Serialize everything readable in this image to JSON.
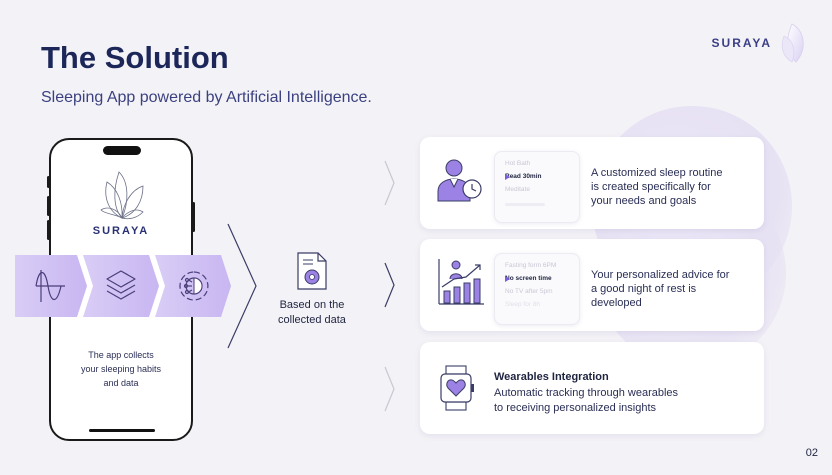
{
  "slide": {
    "title": "The Solution",
    "subtitle": "Sleeping App powered by Artificial Intelligence.",
    "page_number": "02"
  },
  "brand": {
    "logo_text": "SURAYA",
    "accent": "#8a6fe0",
    "navy": "#1c2659"
  },
  "phone": {
    "brand_text": "SURAYA",
    "description": [
      "The app collects",
      "your sleeping habits",
      "and data"
    ]
  },
  "process": {
    "steps": [
      "sine-wave-icon",
      "layers-icon",
      "ai-circuit-icon"
    ],
    "document_label": [
      "Based on the",
      "collected data"
    ],
    "document_icon": "document-gear-icon"
  },
  "cards": [
    {
      "icon": "person-clock-icon",
      "mini_lines": [
        "Hot Bath",
        "Read 30min",
        "Meditate"
      ],
      "selected_index": 1,
      "text": [
        "A customized sleep routine",
        "is created specifically for",
        "your needs and goals"
      ]
    },
    {
      "icon": "growth-chart-icon",
      "mini_lines": [
        "Fasting form 6PM",
        "No screen time",
        "No TV after 5pm",
        "Sleep for 8h"
      ],
      "selected_index": 1,
      "text": [
        "Your personalized advice for",
        "a good night of rest is",
        "developed"
      ]
    },
    {
      "icon": "smartwatch-heart-icon",
      "heading": "Wearables Integration",
      "text": [
        "Automatic tracking through wearables",
        "to receiving personalized insights"
      ]
    }
  ]
}
